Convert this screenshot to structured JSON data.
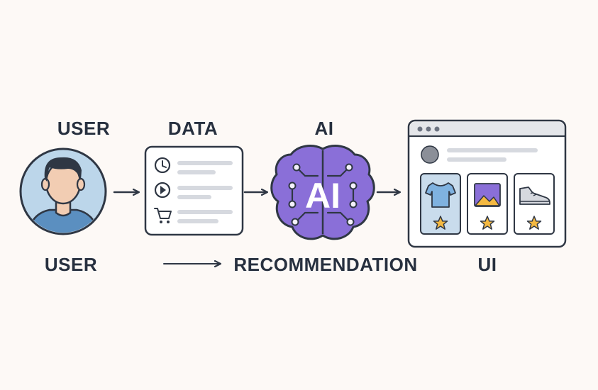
{
  "labels": {
    "top": {
      "user": "USER",
      "data": "DATA",
      "ai": "AI"
    },
    "bottom": {
      "user": "USER",
      "recommendation": "RECOMMENDATION",
      "ui": "UI"
    }
  },
  "brain_text": "AI",
  "data_panel": {
    "rows": [
      {
        "icon": "clock-icon"
      },
      {
        "icon": "play-icon"
      },
      {
        "icon": "cart-icon"
      }
    ]
  },
  "ui_window": {
    "cards": [
      {
        "icon": "tshirt-icon",
        "rating_icon": "star-icon",
        "highlighted": true
      },
      {
        "icon": "image-icon",
        "rating_icon": "star-icon",
        "highlighted": false
      },
      {
        "icon": "sneaker-icon",
        "rating_icon": "star-icon",
        "highlighted": false
      }
    ]
  },
  "colors": {
    "outline": "#2f3744",
    "accent_purple": "#8a6fd8",
    "accent_blue": "#b9d5ea",
    "skin": "#f2cdb3",
    "hair": "#2f3744",
    "shirt": "#5b8fc0",
    "star": "#f4b942",
    "placeholder_line": "#d6d9df"
  }
}
